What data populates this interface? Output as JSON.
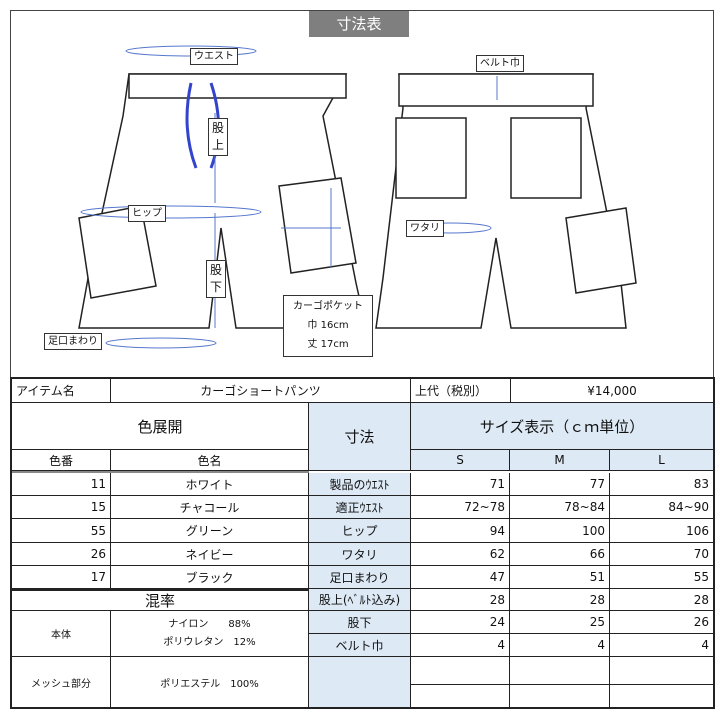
{
  "title": "寸法表",
  "diagram_labels": {
    "waist": "ウエスト",
    "rise": [
      "股",
      "上"
    ],
    "hip": "ヒップ",
    "inseam": [
      "股",
      "下"
    ],
    "hem": "足口まわり",
    "belt": "ベルト巾",
    "thigh": "ワタリ",
    "pocket_title": "カーゴポケット",
    "pocket_width": "巾 16cm",
    "pocket_length": "丈 17cm"
  },
  "item": {
    "name_label": "アイテム名",
    "name": "カーゴショートパンツ",
    "price_label": "上代（税別）",
    "price": "¥14,000"
  },
  "colors": {
    "header": "色展開",
    "col_no": "色番",
    "col_name": "色名",
    "rows": [
      {
        "no": "11",
        "name": "ホワイト"
      },
      {
        "no": "15",
        "name": "チャコール"
      },
      {
        "no": "55",
        "name": "グリーン"
      },
      {
        "no": "26",
        "name": "ネイビー"
      },
      {
        "no": "17",
        "name": "ブラック"
      }
    ]
  },
  "sizes": {
    "measure_header": "寸法",
    "header": "サイズ表示（ｃｍ単位）",
    "columns": [
      "S",
      "M",
      "L"
    ],
    "rows": [
      {
        "label": "製品のｳｴｽﾄ",
        "values": [
          "71",
          "77",
          "83"
        ]
      },
      {
        "label": "適正ｳｴｽﾄ",
        "values": [
          "72~78",
          "78~84",
          "84~90"
        ]
      },
      {
        "label": "ヒップ",
        "values": [
          "94",
          "100",
          "106"
        ]
      },
      {
        "label": "ワタリ",
        "values": [
          "62",
          "66",
          "70"
        ]
      },
      {
        "label": "足口まわり",
        "values": [
          "47",
          "51",
          "55"
        ]
      },
      {
        "label": "股上(ﾍﾞﾙﾄ込み)",
        "values": [
          "28",
          "28",
          "28"
        ]
      },
      {
        "label": "股下",
        "values": [
          "24",
          "25",
          "26"
        ]
      },
      {
        "label": "ベルト巾",
        "values": [
          "4",
          "4",
          "4"
        ]
      }
    ]
  },
  "composition": {
    "header": "混率",
    "body_label": "本体",
    "body_lines": [
      "ナイロン　　88%",
      "ポリウレタン　12%"
    ],
    "mesh_label": "メッシュ部分",
    "mesh_line": "ポリエステル　100%"
  }
}
